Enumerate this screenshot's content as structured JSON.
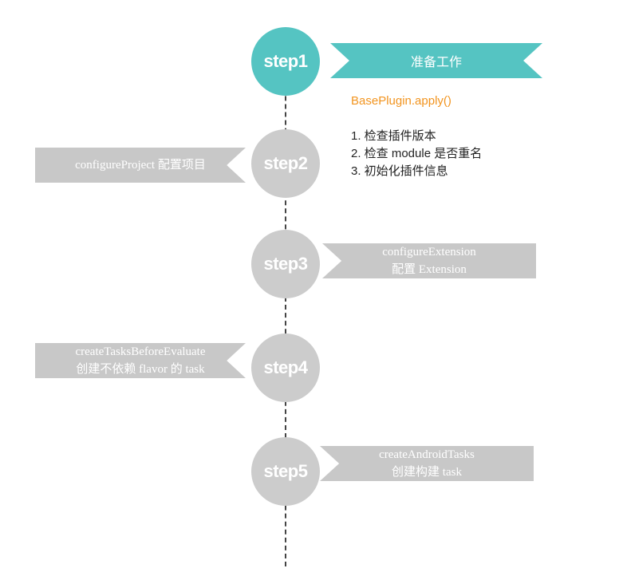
{
  "steps": [
    {
      "label": "step1"
    },
    {
      "label": "step2"
    },
    {
      "label": "step3"
    },
    {
      "label": "step4"
    },
    {
      "label": "step5"
    }
  ],
  "step1": {
    "flag": "准备工作",
    "method": "BasePlugin.apply()",
    "items": [
      "1. 检查插件版本",
      "2. 检查 module 是否重名",
      "3. 初始化插件信息"
    ]
  },
  "step2": {
    "line1": "configureProject 配置项目"
  },
  "step3": {
    "line1": "configureExtension",
    "line2": "配置 Extension"
  },
  "step4": {
    "line1": "createTasksBeforeEvaluate",
    "line2": "创建不依赖 flavor 的 task"
  },
  "step5": {
    "line1": "createAndroidTasks",
    "line2": "创建构建 task"
  },
  "colors": {
    "active": "#55c4c2",
    "inactive": "#cccccc",
    "label": "#c8c8c8",
    "method": "#f2941f"
  }
}
